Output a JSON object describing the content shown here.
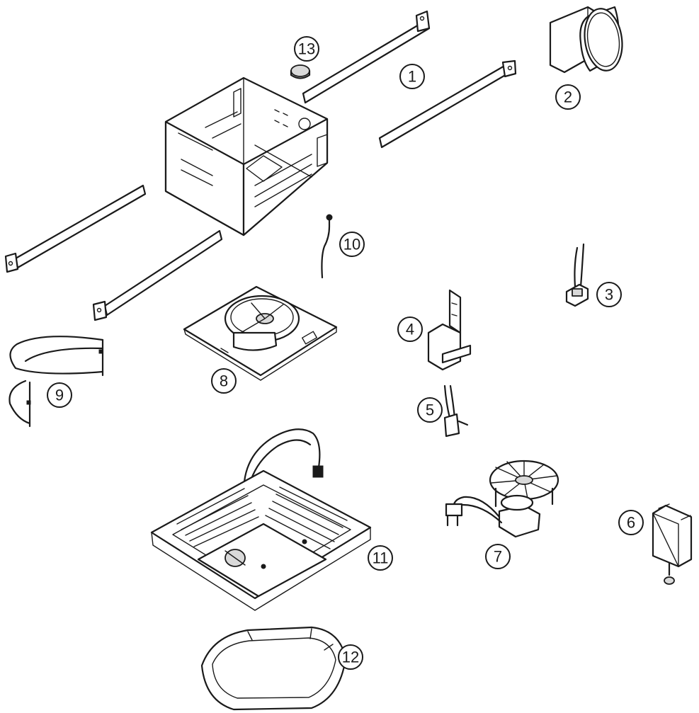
{
  "callouts": [
    {
      "id": "1",
      "label": "1"
    },
    {
      "id": "2",
      "label": "2"
    },
    {
      "id": "3",
      "label": "3"
    },
    {
      "id": "4",
      "label": "4"
    },
    {
      "id": "5",
      "label": "5"
    },
    {
      "id": "6",
      "label": "6"
    },
    {
      "id": "7",
      "label": "7"
    },
    {
      "id": "8",
      "label": "8"
    },
    {
      "id": "9",
      "label": "9"
    },
    {
      "id": "10",
      "label": "10"
    },
    {
      "id": "11",
      "label": "11"
    },
    {
      "id": "12",
      "label": "12"
    },
    {
      "id": "13",
      "label": "13"
    }
  ],
  "colors": {
    "line": "#1a1a1a",
    "background": "#ffffff",
    "shade": "#d9d9d9"
  }
}
